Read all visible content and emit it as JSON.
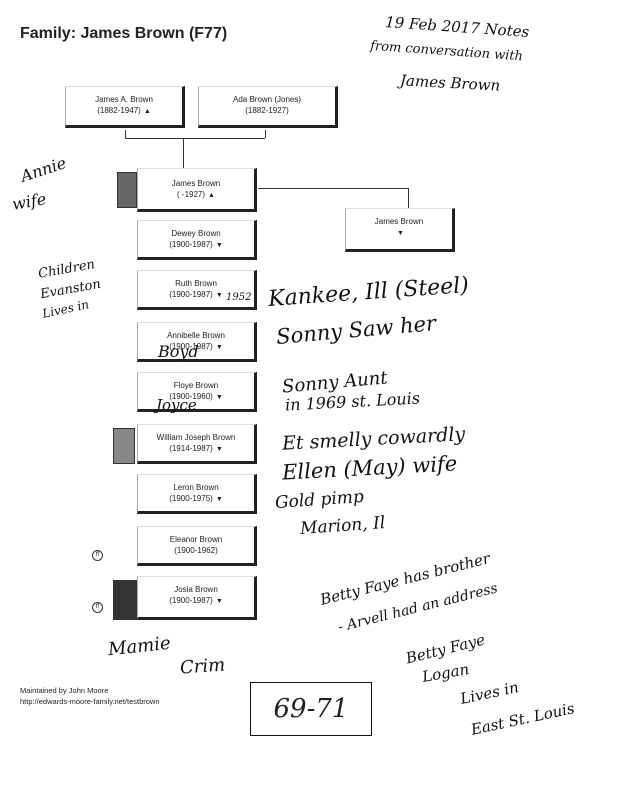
{
  "title": "Family: James Brown (F77)",
  "parents": [
    {
      "name": "James A. Brown",
      "dates": "(1882-1947)",
      "marker": "▲"
    },
    {
      "name": "Ada Brown (Jones)",
      "dates": "(1882-1927)",
      "marker": ""
    }
  ],
  "focus": {
    "name": "James Brown",
    "dates": "( -1927)",
    "marker": "▲"
  },
  "spouse": {
    "name": "James Brown",
    "marker": "▼"
  },
  "children": [
    {
      "name": "Dewey Brown",
      "dates": "(1900-1987)",
      "marker": "▼"
    },
    {
      "name": "Ruth Brown",
      "dates": "(1900-1987)",
      "marker": "▼"
    },
    {
      "name": "Annibelle Brown",
      "dates": "(1900-1987)",
      "marker": "▼"
    },
    {
      "name": "Floye Brown",
      "dates": "(1900-1960)",
      "marker": "▼"
    },
    {
      "name": "William Joseph Brown",
      "dates": "(1914-1987)",
      "marker": "▼"
    },
    {
      "name": "Leron Brown",
      "dates": "(1900-1975)",
      "marker": "▼"
    },
    {
      "name": "Eleanor Brown",
      "dates": "(1900-1962)",
      "marker": ""
    },
    {
      "name": "Josia Brown",
      "dates": "(1900-1987)",
      "marker": "▼"
    }
  ],
  "footer": {
    "maintainer": "Maintained by John Moore",
    "url": "http://edwards-moore-family.net/testbrown"
  },
  "handwriting": {
    "notes_top": [
      "19 Feb 2017 Notes",
      "from conversation with",
      "James Brown"
    ],
    "annie_wife": [
      "Annie",
      "wife"
    ],
    "children_note": [
      "Children",
      "Evanston",
      "Lives in"
    ],
    "ruth_note": "Kankee, Ill (Steel)",
    "ruth_note2": "Sonny Saw her",
    "ruth_year": "1952",
    "boyd": "Boyd",
    "floye_note": "Sonny Aunt",
    "floye_note2": "in 1969   st. Louis",
    "joyce": "Joyce",
    "william_note": "Et smelly cowardly",
    "william_note2": "Ellen (May) wife",
    "leron_note": "Gold pimp",
    "leron_note2": "Marion, Il",
    "betty_note": [
      "Betty Faye has brother",
      "- Arvell had an address",
      "Betty Faye",
      "Logan",
      "Lives in",
      "East St. Louis"
    ],
    "mamie": [
      "Mamie",
      "Crim"
    ],
    "code": "69-71"
  }
}
